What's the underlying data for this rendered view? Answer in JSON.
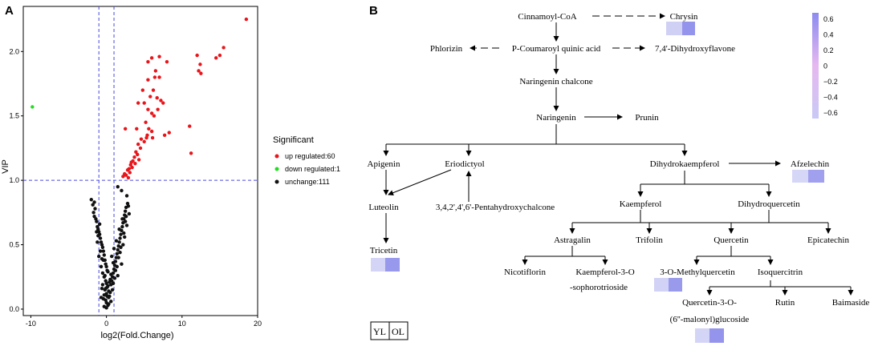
{
  "panel_a": {
    "letter": "A",
    "xlabel": "log2(Fold.Change)",
    "ylabel": "VIP",
    "x_ticks": [
      -10,
      0,
      10,
      20
    ],
    "y_ticks": [
      0.0,
      0.5,
      1.0,
      1.5,
      2.0
    ],
    "y_tick_labels": [
      "0.0",
      "0.5",
      "1.0",
      "1.5",
      "2.0"
    ],
    "legend": {
      "title": "Significant",
      "items": [
        {
          "label": "up regulated:60",
          "color": "#e8151b"
        },
        {
          "label": "down regulated:1",
          "color": "#22dd22"
        },
        {
          "label": "unchange:111",
          "color": "#111111"
        }
      ]
    }
  },
  "chart_data": {
    "type": "scatter",
    "xlabel": "log2(Fold.Change)",
    "ylabel": "VIP",
    "xlim": [
      -11,
      20
    ],
    "ylim": [
      -0.05,
      2.35
    ],
    "guide_lines": {
      "vertical_x": [
        -1,
        1
      ],
      "horizontal_y": [
        1.0
      ],
      "color": "#4a4ae0",
      "style": "dashed"
    },
    "series": [
      {
        "name": "up regulated:60",
        "color": "#e8151b",
        "points": [
          [
            18.5,
            2.25
          ],
          [
            15.5,
            2.03
          ],
          [
            15.0,
            1.97
          ],
          [
            14.5,
            1.95
          ],
          [
            12.5,
            1.83
          ],
          [
            12.0,
            1.97
          ],
          [
            12.2,
            1.85
          ],
          [
            12.4,
            1.9
          ],
          [
            11.0,
            1.42
          ],
          [
            11.2,
            1.21
          ],
          [
            8.0,
            1.92
          ],
          [
            7.0,
            1.96
          ],
          [
            6.0,
            1.95
          ],
          [
            5.5,
            1.92
          ],
          [
            6.5,
            1.85
          ],
          [
            7.2,
            1.62
          ],
          [
            6.8,
            1.55
          ],
          [
            7.5,
            1.6
          ],
          [
            5.8,
            1.65
          ],
          [
            6.2,
            1.7
          ],
          [
            7.0,
            1.8
          ],
          [
            5.5,
            1.78
          ],
          [
            4.8,
            1.7
          ],
          [
            6.4,
            1.8
          ],
          [
            5.0,
            1.6
          ],
          [
            4.2,
            1.6
          ],
          [
            5.5,
            1.55
          ],
          [
            6.0,
            1.52
          ],
          [
            6.3,
            1.5
          ],
          [
            5.2,
            1.45
          ],
          [
            4.0,
            1.4
          ],
          [
            2.5,
            1.4
          ],
          [
            5.6,
            1.4
          ],
          [
            6.0,
            1.38
          ],
          [
            5.4,
            1.35
          ],
          [
            7.7,
            1.35
          ],
          [
            8.3,
            1.37
          ],
          [
            6.1,
            1.33
          ],
          [
            5.3,
            1.33
          ],
          [
            5.0,
            1.3
          ],
          [
            4.2,
            1.28
          ],
          [
            4.5,
            1.25
          ],
          [
            3.9,
            1.22
          ],
          [
            4.1,
            1.2
          ],
          [
            3.7,
            1.18
          ],
          [
            4.3,
            1.16
          ],
          [
            3.5,
            1.15
          ],
          [
            3.8,
            1.13
          ],
          [
            3.2,
            1.12
          ],
          [
            3.4,
            1.1
          ],
          [
            3.0,
            1.09
          ],
          [
            2.8,
            1.08
          ],
          [
            3.1,
            1.06
          ],
          [
            2.4,
            1.05
          ],
          [
            2.6,
            1.04
          ],
          [
            2.2,
            1.03
          ],
          [
            2.9,
            1.02
          ],
          [
            3.3,
            1.14
          ],
          [
            4.6,
            1.32
          ],
          [
            6.7,
            1.64
          ]
        ]
      },
      {
        "name": "down regulated:1",
        "color": "#22dd22",
        "points": [
          [
            -9.8,
            1.57
          ]
        ]
      },
      {
        "name": "unchange:111",
        "color": "#111111",
        "points": [
          [
            -2.0,
            0.85
          ],
          [
            -1.6,
            0.83
          ],
          [
            -1.5,
            0.78
          ],
          [
            -1.7,
            0.75
          ],
          [
            -1.4,
            0.7
          ],
          [
            -1.3,
            0.68
          ],
          [
            -1.2,
            0.64
          ],
          [
            -1.1,
            0.62
          ],
          [
            -1.0,
            0.6
          ],
          [
            -0.9,
            0.58
          ],
          [
            -0.8,
            0.55
          ],
          [
            -0.7,
            0.52
          ],
          [
            -0.6,
            0.5
          ],
          [
            -0.5,
            0.48
          ],
          [
            -0.4,
            0.45
          ],
          [
            -0.3,
            0.42
          ],
          [
            -0.2,
            0.38
          ],
          [
            -0.1,
            0.35
          ],
          [
            0.0,
            0.33
          ],
          [
            0.1,
            0.3
          ],
          [
            -0.5,
            0.28
          ],
          [
            -0.3,
            0.25
          ],
          [
            -0.1,
            0.22
          ],
          [
            0.0,
            0.2
          ],
          [
            0.2,
            0.18
          ],
          [
            -0.2,
            0.15
          ],
          [
            0.0,
            0.12
          ],
          [
            0.1,
            0.1
          ],
          [
            -0.1,
            0.07
          ],
          [
            0.0,
            0.05
          ],
          [
            0.2,
            0.03
          ],
          [
            -0.3,
            0.02
          ],
          [
            0.3,
            0.04
          ],
          [
            -0.4,
            0.08
          ],
          [
            0.4,
            0.1
          ],
          [
            0.5,
            0.13
          ],
          [
            -0.6,
            0.16
          ],
          [
            0.6,
            0.19
          ],
          [
            0.7,
            0.22
          ],
          [
            0.8,
            0.25
          ],
          [
            0.9,
            0.28
          ],
          [
            1.0,
            0.31
          ],
          [
            1.1,
            0.34
          ],
          [
            1.2,
            0.37
          ],
          [
            1.3,
            0.4
          ],
          [
            1.4,
            0.43
          ],
          [
            1.5,
            0.46
          ],
          [
            1.6,
            0.49
          ],
          [
            1.7,
            0.52
          ],
          [
            1.8,
            0.55
          ],
          [
            1.9,
            0.58
          ],
          [
            2.0,
            0.61
          ],
          [
            2.1,
            0.64
          ],
          [
            2.2,
            0.67
          ],
          [
            2.3,
            0.7
          ],
          [
            2.4,
            0.73
          ],
          [
            2.5,
            0.76
          ],
          [
            2.6,
            0.79
          ],
          [
            2.8,
            0.82
          ],
          [
            2.7,
            0.88
          ],
          [
            1.5,
            0.95
          ],
          [
            2.0,
            0.92
          ],
          [
            0.3,
            0.14
          ],
          [
            -0.4,
            0.38
          ],
          [
            -0.8,
            0.45
          ],
          [
            -1.2,
            0.52
          ],
          [
            -0.9,
            0.66
          ],
          [
            -1.6,
            0.72
          ],
          [
            -1.0,
            0.41
          ],
          [
            -0.7,
            0.33
          ],
          [
            0.6,
            0.27
          ],
          [
            0.9,
            0.36
          ],
          [
            1.2,
            0.3
          ],
          [
            1.6,
            0.4
          ],
          [
            1.8,
            0.44
          ],
          [
            2.2,
            0.5
          ],
          [
            2.4,
            0.56
          ],
          [
            0.4,
            0.21
          ],
          [
            -0.2,
            0.26
          ],
          [
            0.1,
            0.17
          ],
          [
            0.0,
            0.01
          ],
          [
            0.3,
            0.09
          ],
          [
            -0.5,
            0.19
          ],
          [
            0.7,
            0.41
          ],
          [
            1.0,
            0.47
          ],
          [
            1.3,
            0.53
          ],
          [
            1.7,
            0.62
          ],
          [
            2.1,
            0.7
          ],
          [
            2.5,
            0.68
          ],
          [
            2.9,
            0.8
          ],
          [
            -1.3,
            0.6
          ],
          [
            -0.6,
            0.39
          ],
          [
            0.5,
            0.23
          ],
          [
            0.8,
            0.15
          ],
          [
            -0.3,
            0.11
          ],
          [
            1.1,
            0.24
          ],
          [
            1.4,
            0.33
          ],
          [
            1.9,
            0.48
          ],
          [
            2.3,
            0.59
          ],
          [
            2.6,
            0.72
          ],
          [
            -1.8,
            0.81
          ],
          [
            -1.1,
            0.57
          ],
          [
            0.2,
            0.29
          ],
          [
            0.6,
            0.06
          ],
          [
            -0.1,
            0.16
          ],
          [
            0.9,
            0.2
          ],
          [
            1.5,
            0.26
          ],
          [
            2.0,
            0.35
          ],
          [
            2.7,
            0.65
          ],
          [
            3.0,
            0.74
          ],
          [
            -0.7,
            0.09
          ]
        ]
      }
    ]
  },
  "panel_b": {
    "letter": "B",
    "nodes": {
      "cinnamoyl": "Cinnamoyl-CoA",
      "chrysin": "Chrysin",
      "phlorizin": "Phlorizin",
      "pcoumaroyl": "P-Coumaroyl quinic acid",
      "dihydroxyflavone": "7,4'-Dihydroxyflavone",
      "naringenin_chalcone": "Naringenin chalcone",
      "naringenin": "Naringenin",
      "prunin": "Prunin",
      "apigenin": "Apigenin",
      "eriodictyol": "Eriodictyol",
      "dihydrokaempferol": "Dihydrokaempferol",
      "afzelechin": "Afzelechin",
      "luteolin": "Luteolin",
      "pentahydroxychalcone": "3,4,2',4',6'-Pentahydroxychalcone",
      "kaempferol": "Kaempferol",
      "dihydroquercetin": "Dihydroquercetin",
      "tricetin": "Tricetin",
      "astragalin": "Astragalin",
      "trifolin": "Trifolin",
      "quercetin": "Quercetin",
      "epicatechin": "Epicatechin",
      "nicotiflorin": "Nicotiflorin",
      "kaempferol_sophorotrioside_1": "Kaempferol-3-O",
      "kaempferol_sophorotrioside_2": "-sophorotrioside",
      "methylquercetin": "3-O-Methylquercetin",
      "isoquercitrin": "Isoquercitrin",
      "quercetin_glucoside_1": "Quercetin-3-O-",
      "quercetin_glucoside_2": "(6''-malonyl)glucoside",
      "rutin": "Rutin",
      "baimaside": "Baimaside"
    },
    "heat_pairs": {
      "chrysin": [
        0.35,
        0.62
      ],
      "afzelechin": [
        0.3,
        0.58
      ],
      "tricetin": [
        0.28,
        0.6
      ],
      "methylquercetin": [
        0.3,
        0.6
      ],
      "quercetin_glucoside": [
        0.28,
        0.62
      ]
    },
    "key_labels": [
      "YL",
      "OL"
    ],
    "colorbar": {
      "ticks": [
        "0.6",
        "0.4",
        "0.2",
        "0",
        "−0.2",
        "−0.4",
        "−0.6"
      ],
      "top_color": "#8c8cf0",
      "mid_color": "#e6b8f0",
      "bottom_color": "#c9c9f5"
    }
  }
}
